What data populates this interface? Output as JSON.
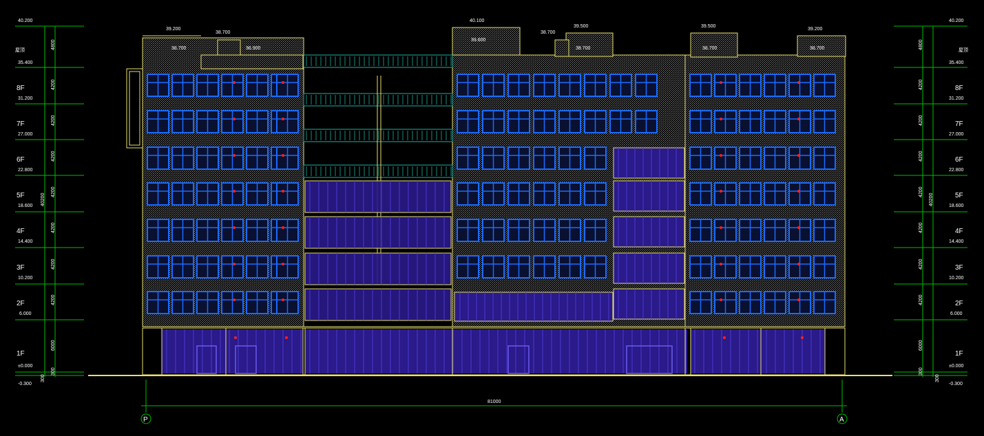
{
  "drawing": {
    "left_levels": [
      {
        "floor": "",
        "elev": "40.200"
      },
      {
        "floor": "屋顶",
        "elev": "35.400"
      },
      {
        "floor": "8F",
        "elev": "31.200"
      },
      {
        "floor": "7F",
        "elev": "27.000"
      },
      {
        "floor": "6F",
        "elev": "22.800"
      },
      {
        "floor": "5F",
        "elev": "18.600"
      },
      {
        "floor": "4F",
        "elev": "14.400"
      },
      {
        "floor": "3F",
        "elev": "10.200"
      },
      {
        "floor": "2F",
        "elev": "6.000"
      },
      {
        "floor": "1F",
        "elev": "±0.000"
      },
      {
        "floor": "",
        "elev": "-0.300"
      }
    ],
    "right_levels": [
      {
        "floor": "",
        "elev": "40.200"
      },
      {
        "floor": "屋顶",
        "elev": "35.400"
      },
      {
        "floor": "8F",
        "elev": "31.200"
      },
      {
        "floor": "7F",
        "elev": "27.000"
      },
      {
        "floor": "6F",
        "elev": "22.800"
      },
      {
        "floor": "5F",
        "elev": "18.600"
      },
      {
        "floor": "4F",
        "elev": "14.400"
      },
      {
        "floor": "3F",
        "elev": "10.200"
      },
      {
        "floor": "2F",
        "elev": "6.000"
      },
      {
        "floor": "1F",
        "elev": "±0.000"
      },
      {
        "floor": "",
        "elev": "-0.300"
      }
    ],
    "vertical_dims": [
      "4800",
      "4200",
      "4200",
      "4200",
      "4200",
      "4200",
      "4200",
      "4200",
      "6000",
      "300"
    ],
    "total_height_dim": "40200",
    "roof_tags": [
      {
        "top": "39.200",
        "bottom": "38.700"
      },
      {
        "top": "38.700",
        "bottom": ""
      },
      {
        "top": "36.900",
        "bottom": ""
      },
      {
        "top": "40.100",
        "bottom": "39.600"
      },
      {
        "top": "38.700",
        "bottom": ""
      },
      {
        "top": "39.500",
        "bottom": "38.700"
      },
      {
        "top": "39.500",
        "bottom": "38.700"
      },
      {
        "top": "39.200",
        "bottom": "38.700"
      }
    ],
    "overall_width_dim": "81000",
    "axis_left": "P",
    "axis_right": "A",
    "colors": {
      "dimension_line": "#00c000",
      "outline": "#e8e070",
      "window": "#1a6cff",
      "curtain_wall": "#2a1a8a",
      "railing": "#20b0a0",
      "marker": "#ff2020"
    }
  }
}
